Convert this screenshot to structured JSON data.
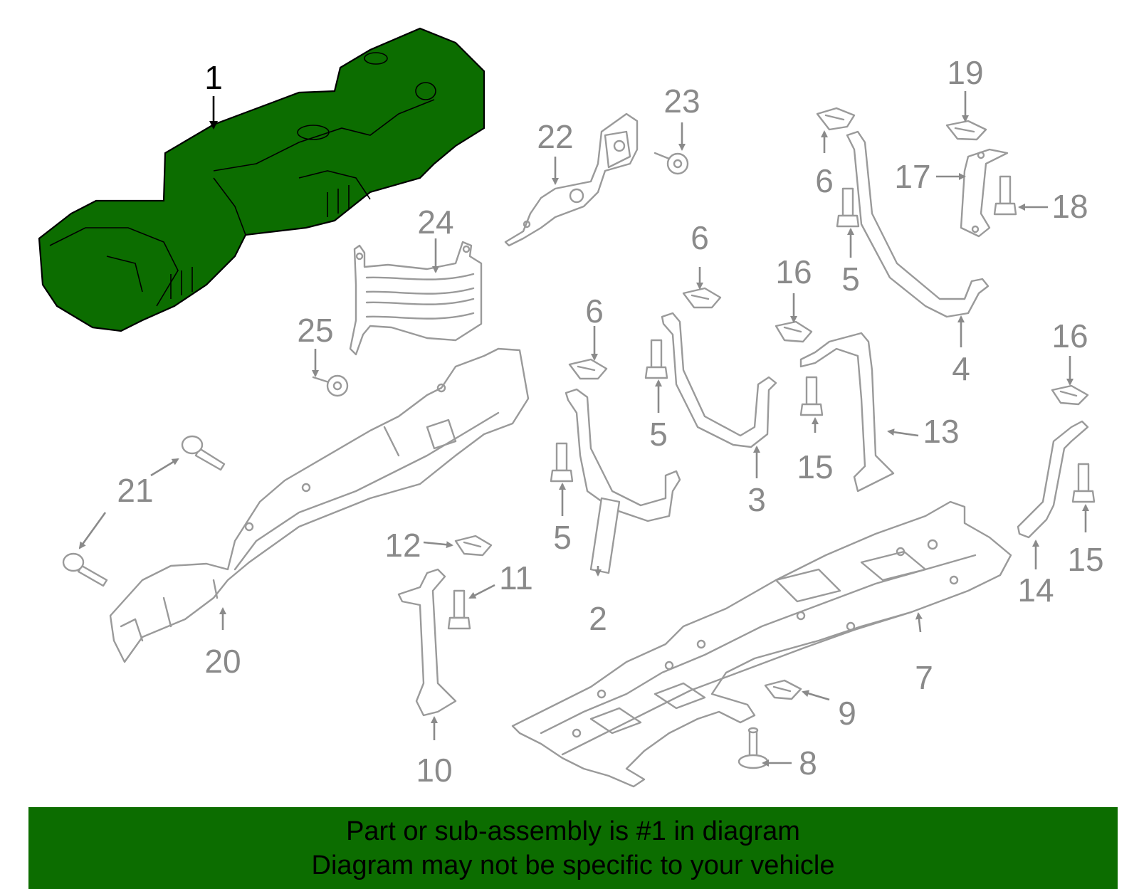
{
  "highlight_color": "#0c6d00",
  "callouts": {
    "p1": "1",
    "p2": "2",
    "p3": "3",
    "p4": "4",
    "p5a": "5",
    "p5b": "5",
    "p5c": "5",
    "p6a": "6",
    "p6b": "6",
    "p6c": "6",
    "p7": "7",
    "p8": "8",
    "p9": "9",
    "p10": "10",
    "p11": "11",
    "p12": "12",
    "p13": "13",
    "p14": "14",
    "p15a": "15",
    "p15b": "15",
    "p16a": "16",
    "p16b": "16",
    "p17": "17",
    "p18": "18",
    "p19": "19",
    "p20": "20",
    "p21": "21",
    "p22": "22",
    "p23": "23",
    "p24": "24",
    "p25": "25"
  },
  "banner": {
    "line1": "Part or sub-assembly is #1 in diagram",
    "line2": "Diagram may not be specific to your vehicle"
  }
}
